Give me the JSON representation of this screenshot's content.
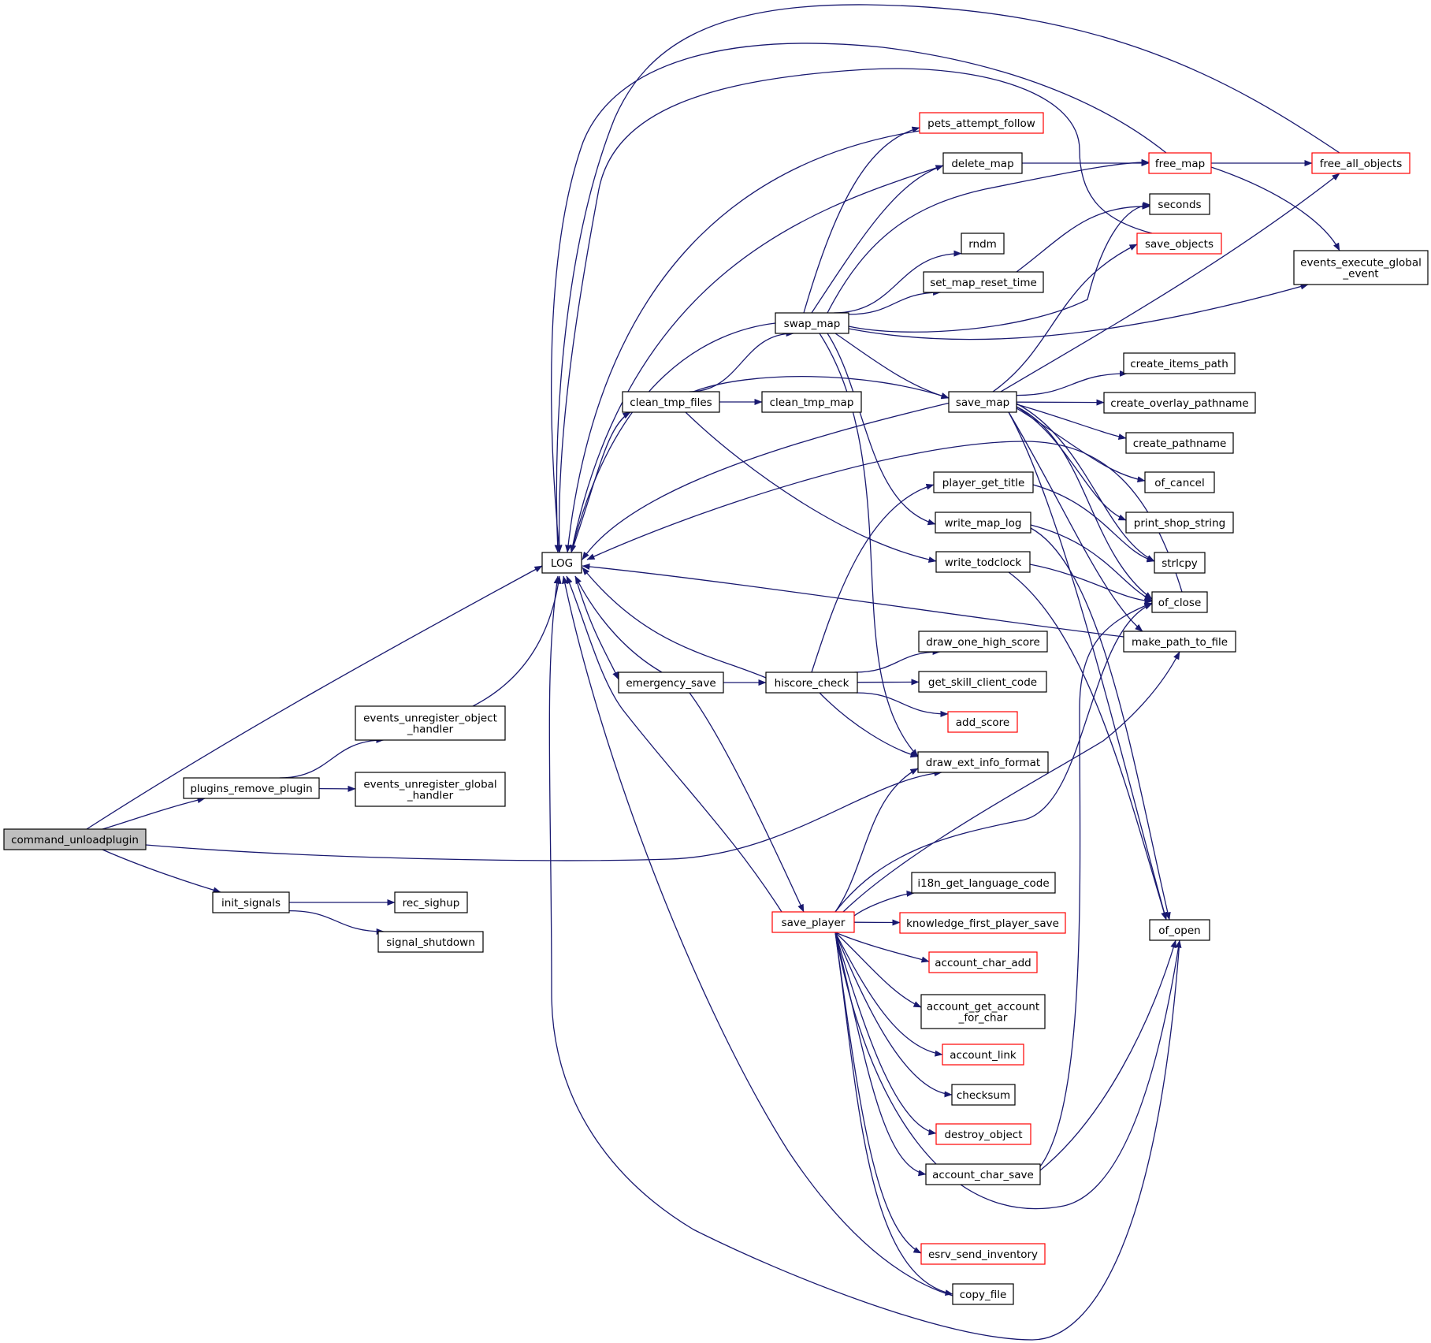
{
  "colors": {
    "edge": "#191970",
    "root_fill": "#bfbfbf",
    "normal_border": "#000000",
    "truncated_border": "#ff0000",
    "background": "#ffffff"
  },
  "nodes": [
    {
      "id": "command_unloadplugin",
      "lines": [
        "command_unloadplugin"
      ],
      "kind": "root"
    },
    {
      "id": "LOG",
      "lines": [
        "LOG"
      ],
      "kind": "normal"
    },
    {
      "id": "events_unregister_object_handler",
      "lines": [
        "events_unregister_object",
        "_handler"
      ],
      "kind": "normal"
    },
    {
      "id": "plugins_remove_plugin",
      "lines": [
        "plugins_remove_plugin"
      ],
      "kind": "normal"
    },
    {
      "id": "events_unregister_global_handler",
      "lines": [
        "events_unregister_global",
        "_handler"
      ],
      "kind": "normal"
    },
    {
      "id": "init_signals",
      "lines": [
        "init_signals"
      ],
      "kind": "normal"
    },
    {
      "id": "rec_sighup",
      "lines": [
        "rec_sighup"
      ],
      "kind": "normal"
    },
    {
      "id": "signal_shutdown",
      "lines": [
        "signal_shutdown"
      ],
      "kind": "normal"
    },
    {
      "id": "clean_tmp_files",
      "lines": [
        "clean_tmp_files"
      ],
      "kind": "normal"
    },
    {
      "id": "clean_tmp_map",
      "lines": [
        "clean_tmp_map"
      ],
      "kind": "normal"
    },
    {
      "id": "emergency_save",
      "lines": [
        "emergency_save"
      ],
      "kind": "normal"
    },
    {
      "id": "swap_map",
      "lines": [
        "swap_map"
      ],
      "kind": "normal"
    },
    {
      "id": "hiscore_check",
      "lines": [
        "hiscore_check"
      ],
      "kind": "normal"
    },
    {
      "id": "save_player",
      "lines": [
        "save_player"
      ],
      "kind": "truncated"
    },
    {
      "id": "pets_attempt_follow",
      "lines": [
        "pets_attempt_follow"
      ],
      "kind": "truncated"
    },
    {
      "id": "delete_map",
      "lines": [
        "delete_map"
      ],
      "kind": "normal"
    },
    {
      "id": "rndm",
      "lines": [
        "rndm"
      ],
      "kind": "normal"
    },
    {
      "id": "set_map_reset_time",
      "lines": [
        "set_map_reset_time"
      ],
      "kind": "normal"
    },
    {
      "id": "save_map",
      "lines": [
        "save_map"
      ],
      "kind": "normal"
    },
    {
      "id": "player_get_title",
      "lines": [
        "player_get_title"
      ],
      "kind": "normal"
    },
    {
      "id": "write_map_log",
      "lines": [
        "write_map_log"
      ],
      "kind": "normal"
    },
    {
      "id": "write_todclock",
      "lines": [
        "write_todclock"
      ],
      "kind": "normal"
    },
    {
      "id": "draw_one_high_score",
      "lines": [
        "draw_one_high_score"
      ],
      "kind": "normal"
    },
    {
      "id": "get_skill_client_code",
      "lines": [
        "get_skill_client_code"
      ],
      "kind": "normal"
    },
    {
      "id": "add_score",
      "lines": [
        "add_score"
      ],
      "kind": "truncated"
    },
    {
      "id": "draw_ext_info_format",
      "lines": [
        "draw_ext_info_format"
      ],
      "kind": "normal"
    },
    {
      "id": "i18n_get_language_code",
      "lines": [
        "i18n_get_language_code"
      ],
      "kind": "normal"
    },
    {
      "id": "knowledge_first_player_save",
      "lines": [
        "knowledge_first_player_save"
      ],
      "kind": "truncated"
    },
    {
      "id": "account_char_add",
      "lines": [
        "account_char_add"
      ],
      "kind": "truncated"
    },
    {
      "id": "account_get_account_for_char",
      "lines": [
        "account_get_account",
        "_for_char"
      ],
      "kind": "normal"
    },
    {
      "id": "account_link",
      "lines": [
        "account_link"
      ],
      "kind": "truncated"
    },
    {
      "id": "checksum",
      "lines": [
        "checksum"
      ],
      "kind": "normal"
    },
    {
      "id": "destroy_object",
      "lines": [
        "destroy_object"
      ],
      "kind": "truncated"
    },
    {
      "id": "account_char_save",
      "lines": [
        "account_char_save"
      ],
      "kind": "normal"
    },
    {
      "id": "esrv_send_inventory",
      "lines": [
        "esrv_send_inventory"
      ],
      "kind": "truncated"
    },
    {
      "id": "copy_file",
      "lines": [
        "copy_file"
      ],
      "kind": "normal"
    },
    {
      "id": "free_map",
      "lines": [
        "free_map"
      ],
      "kind": "truncated"
    },
    {
      "id": "seconds",
      "lines": [
        "seconds"
      ],
      "kind": "normal"
    },
    {
      "id": "save_objects",
      "lines": [
        "save_objects"
      ],
      "kind": "truncated"
    },
    {
      "id": "create_items_path",
      "lines": [
        "create_items_path"
      ],
      "kind": "normal"
    },
    {
      "id": "create_overlay_pathname",
      "lines": [
        "create_overlay_pathname"
      ],
      "kind": "normal"
    },
    {
      "id": "create_pathname",
      "lines": [
        "create_pathname"
      ],
      "kind": "normal"
    },
    {
      "id": "of_cancel",
      "lines": [
        "of_cancel"
      ],
      "kind": "normal"
    },
    {
      "id": "print_shop_string",
      "lines": [
        "print_shop_string"
      ],
      "kind": "normal"
    },
    {
      "id": "strlcpy",
      "lines": [
        "strlcpy"
      ],
      "kind": "normal"
    },
    {
      "id": "of_close",
      "lines": [
        "of_close"
      ],
      "kind": "normal"
    },
    {
      "id": "make_path_to_file",
      "lines": [
        "make_path_to_file"
      ],
      "kind": "normal"
    },
    {
      "id": "of_open",
      "lines": [
        "of_open"
      ],
      "kind": "normal"
    },
    {
      "id": "free_all_objects",
      "lines": [
        "free_all_objects"
      ],
      "kind": "truncated"
    },
    {
      "id": "events_execute_global_event",
      "lines": [
        "events_execute_global",
        "_event"
      ],
      "kind": "normal"
    }
  ],
  "edges": [
    [
      "command_unloadplugin",
      "LOG"
    ],
    [
      "command_unloadplugin",
      "plugins_remove_plugin"
    ],
    [
      "command_unloadplugin",
      "draw_ext_info_format"
    ],
    [
      "command_unloadplugin",
      "init_signals"
    ],
    [
      "plugins_remove_plugin",
      "events_unregister_object_handler"
    ],
    [
      "plugins_remove_plugin",
      "events_unregister_global_handler"
    ],
    [
      "events_unregister_object_handler",
      "LOG"
    ],
    [
      "init_signals",
      "rec_sighup"
    ],
    [
      "init_signals",
      "signal_shutdown"
    ],
    [
      "LOG",
      "clean_tmp_files"
    ],
    [
      "LOG",
      "emergency_save"
    ],
    [
      "clean_tmp_files",
      "swap_map"
    ],
    [
      "clean_tmp_files",
      "clean_tmp_map"
    ],
    [
      "clean_tmp_files",
      "save_map"
    ],
    [
      "clean_tmp_files",
      "write_todclock"
    ],
    [
      "emergency_save",
      "LOG"
    ],
    [
      "emergency_save",
      "hiscore_check"
    ],
    [
      "emergency_save",
      "save_player"
    ],
    [
      "swap_map",
      "LOG"
    ],
    [
      "swap_map",
      "pets_attempt_follow"
    ],
    [
      "swap_map",
      "delete_map"
    ],
    [
      "swap_map",
      "free_map"
    ],
    [
      "swap_map",
      "rndm"
    ],
    [
      "swap_map",
      "set_map_reset_time"
    ],
    [
      "swap_map",
      "seconds"
    ],
    [
      "swap_map",
      "events_execute_global_event"
    ],
    [
      "swap_map",
      "save_map"
    ],
    [
      "swap_map",
      "write_map_log"
    ],
    [
      "swap_map",
      "draw_ext_info_format"
    ],
    [
      "set_map_reset_time",
      "seconds"
    ],
    [
      "delete_map",
      "free_map"
    ],
    [
      "delete_map",
      "LOG"
    ],
    [
      "free_map",
      "free_all_objects"
    ],
    [
      "free_map",
      "events_execute_global_event"
    ],
    [
      "free_map",
      "LOG"
    ],
    [
      "free_all_objects",
      "LOG"
    ],
    [
      "save_objects",
      "LOG"
    ],
    [
      "pets_attempt_follow",
      "LOG"
    ],
    [
      "save_map",
      "LOG"
    ],
    [
      "save_map",
      "create_items_path"
    ],
    [
      "save_map",
      "create_overlay_pathname"
    ],
    [
      "save_map",
      "create_pathname"
    ],
    [
      "save_map",
      "of_cancel"
    ],
    [
      "save_map",
      "print_shop_string"
    ],
    [
      "save_map",
      "strlcpy"
    ],
    [
      "save_map",
      "of_close"
    ],
    [
      "save_map",
      "make_path_to_file"
    ],
    [
      "save_map",
      "of_open"
    ],
    [
      "save_map",
      "save_objects"
    ],
    [
      "save_map",
      "free_all_objects"
    ],
    [
      "of_close",
      "LOG"
    ],
    [
      "make_path_to_file",
      "LOG"
    ],
    [
      "player_get_title",
      "strlcpy"
    ],
    [
      "write_map_log",
      "of_close"
    ],
    [
      "write_map_log",
      "of_open"
    ],
    [
      "write_todclock",
      "of_close"
    ],
    [
      "write_todclock",
      "of_open"
    ],
    [
      "hiscore_check",
      "LOG"
    ],
    [
      "hiscore_check",
      "player_get_title"
    ],
    [
      "hiscore_check",
      "draw_one_high_score"
    ],
    [
      "hiscore_check",
      "get_skill_client_code"
    ],
    [
      "hiscore_check",
      "add_score"
    ],
    [
      "hiscore_check",
      "draw_ext_info_format"
    ],
    [
      "save_player",
      "LOG"
    ],
    [
      "save_player",
      "draw_ext_info_format"
    ],
    [
      "save_player",
      "of_close"
    ],
    [
      "save_player",
      "make_path_to_file"
    ],
    [
      "save_player",
      "i18n_get_language_code"
    ],
    [
      "save_player",
      "knowledge_first_player_save"
    ],
    [
      "save_player",
      "account_char_add"
    ],
    [
      "save_player",
      "account_get_account_for_char"
    ],
    [
      "save_player",
      "account_link"
    ],
    [
      "save_player",
      "checksum"
    ],
    [
      "save_player",
      "destroy_object"
    ],
    [
      "save_player",
      "account_char_save"
    ],
    [
      "save_player",
      "of_open"
    ],
    [
      "save_player",
      "esrv_send_inventory"
    ],
    [
      "save_player",
      "copy_file"
    ],
    [
      "account_char_save",
      "of_close"
    ],
    [
      "account_char_save",
      "of_open"
    ],
    [
      "copy_file",
      "LOG"
    ],
    [
      "of_open",
      "LOG"
    ]
  ]
}
